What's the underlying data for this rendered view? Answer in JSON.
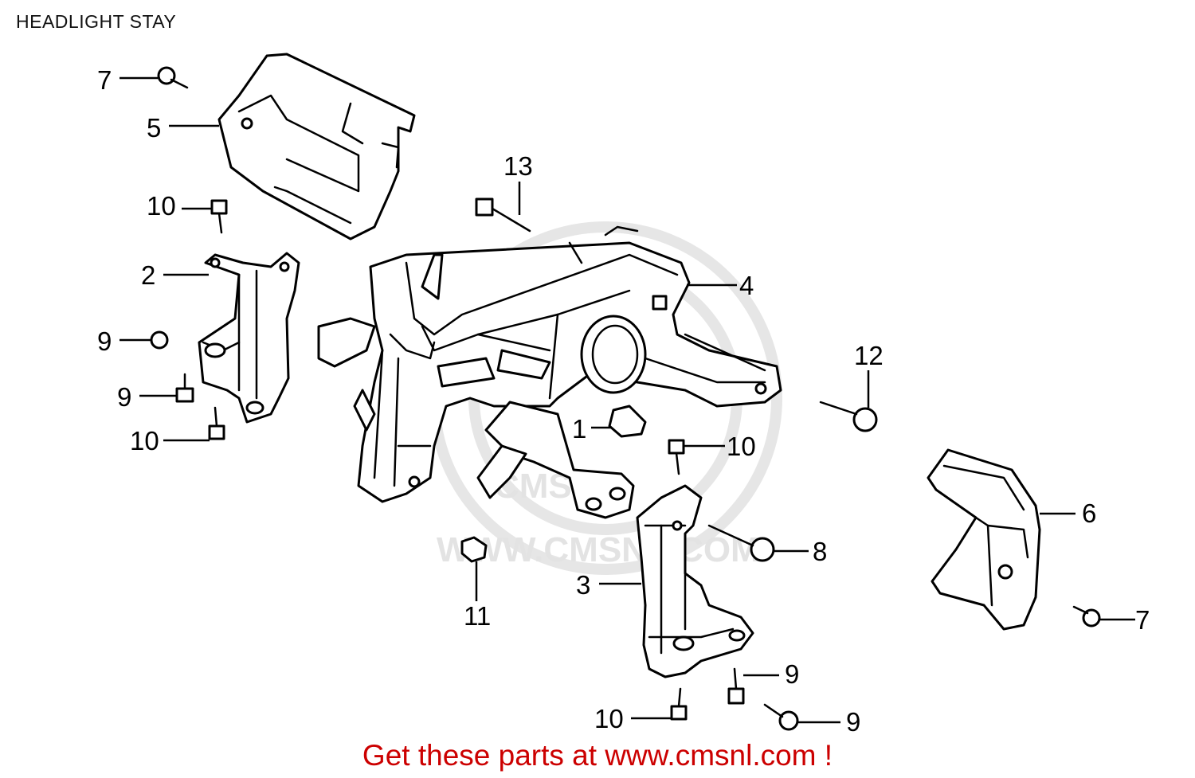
{
  "title": "HEADLIGHT STAY",
  "footer": "Get these parts at www.cmsnl.com !",
  "watermark": "WWW.CMSNL.COM",
  "watermark_logo": "CMS",
  "callouts": {
    "c7a": "7",
    "c5": "5",
    "c13": "13",
    "c10a": "10",
    "c2": "2",
    "c4": "4",
    "c9a": "9",
    "c12": "12",
    "c9b": "9",
    "c1": "1",
    "c10b": "10",
    "c10c": "10",
    "c6": "6",
    "c8": "8",
    "c3": "3",
    "c11": "11",
    "c7b": "7",
    "c9c": "9",
    "c10d": "10",
    "c9d": "9"
  },
  "colors": {
    "footer": "#cc0000",
    "watermark": "#e3e3e3",
    "ink": "#000000"
  }
}
